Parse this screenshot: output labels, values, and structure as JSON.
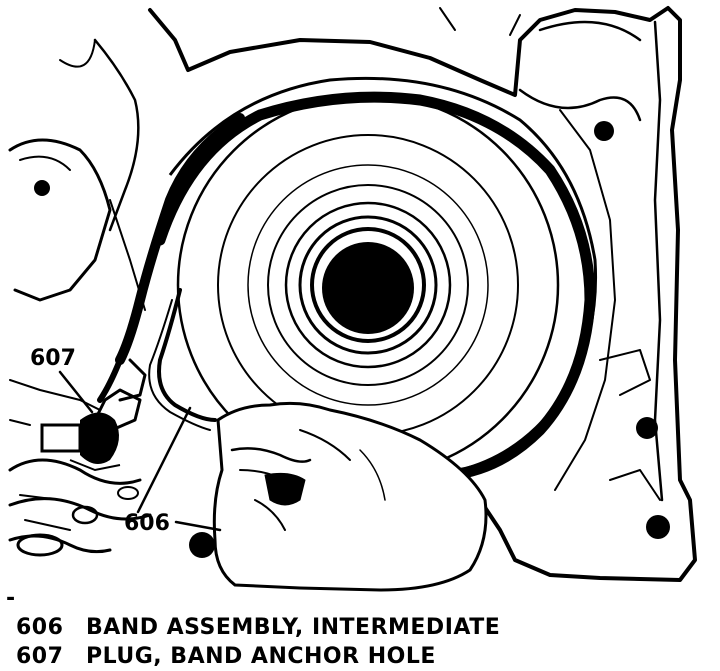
{
  "callouts": {
    "607": "607",
    "606": "606"
  },
  "legend": [
    {
      "number": "606",
      "text": "BAND ASSEMBLY, INTERMEDIATE"
    },
    {
      "number": "607",
      "text": "PLUG, BAND ANCHOR HOLE"
    }
  ]
}
